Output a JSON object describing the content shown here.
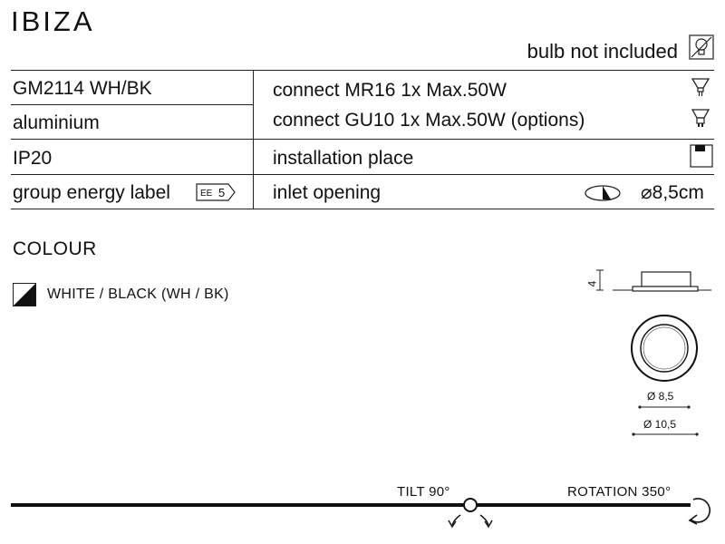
{
  "header": {
    "title": "IBIZA",
    "bulb_note": "bulb not included"
  },
  "specs": {
    "left": [
      "GM2114 WH/BK",
      "aluminium",
      "IP20",
      "group energy label"
    ],
    "right": [
      "connect MR16 1x Max.50W",
      "connect GU10 1x Max.50W (options)",
      "installation place",
      "inlet opening"
    ],
    "energy_badge": "EE",
    "energy_class": "5",
    "inlet_value": "⌀8,5cm"
  },
  "colour": {
    "heading": "COLOUR",
    "option": "WHITE / BLACK (WH / BK)"
  },
  "dimensions": {
    "height": "4",
    "inner_diameter": "Ø 8,5",
    "outer_diameter": "Ø 10,5"
  },
  "bottom": {
    "tilt": "TILT 90°",
    "rotation": "ROTATION 350°"
  },
  "icons": [
    "no-bulb-icon",
    "mr16-bulb-icon",
    "gu10-bulb-icon",
    "installation-place-icon",
    "inlet-opening-icon",
    "white-black-swatch",
    "tilt-arrows-icon",
    "rotation-arrow-icon"
  ]
}
